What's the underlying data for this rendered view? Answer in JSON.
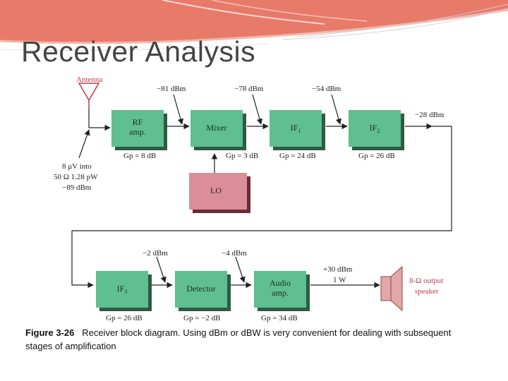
{
  "slide": {
    "title": "Receiver Analysis"
  },
  "caption": {
    "figure_num": "Figure 3-26",
    "text": "Receiver block diagram. Using dBm or dBW is very convenient for dealing with subsequent stages of amplification"
  },
  "colors": {
    "block": "#5fbf8e",
    "block_shadow": "#2e5a44",
    "lo_block": "#d98e98",
    "lo_shadow": "#6e2a34",
    "antenna": "#c0394b",
    "speaker": "#e3a7a7",
    "title": "#444444"
  },
  "diagram": {
    "antenna_label": "Antenna",
    "input": {
      "line1": "8 μV into",
      "line2": "50 Ω 1.28 pW",
      "line3": "−89 dBm"
    },
    "blocks": {
      "rf": {
        "line1": "RF",
        "line2": "amp.",
        "gain": "Gp = 8 dB"
      },
      "mixer": {
        "label": "Mixer",
        "gain": "Gp = 3 dB"
      },
      "if1": {
        "label": "IF",
        "sub": "1",
        "gain": "Gp = 24 dB"
      },
      "if2": {
        "label": "IF",
        "sub": "2",
        "gain": "Gp = 26 dB"
      },
      "lo": {
        "label": "LO"
      },
      "if3": {
        "label": "IF",
        "sub": "3",
        "gain": "Gp = 26 dB"
      },
      "detector": {
        "label": "Detector",
        "gain": "Gp = −2 dB"
      },
      "audio": {
        "line1": "Audio",
        "line2": "amp.",
        "gain": "Gp = 34 dB"
      }
    },
    "levels": {
      "rf_out": "−81 dBm",
      "mixer_out": "−78 dBm",
      "if1_out": "−54 dBm",
      "if2_out": "−28 dBm",
      "if3_out": "−2 dBm",
      "detector_out": "−4 dBm",
      "audio_out": "+30 dBm",
      "audio_power": "1 W"
    },
    "speaker": {
      "line1": "8-Ω output",
      "line2": "speaker"
    }
  }
}
